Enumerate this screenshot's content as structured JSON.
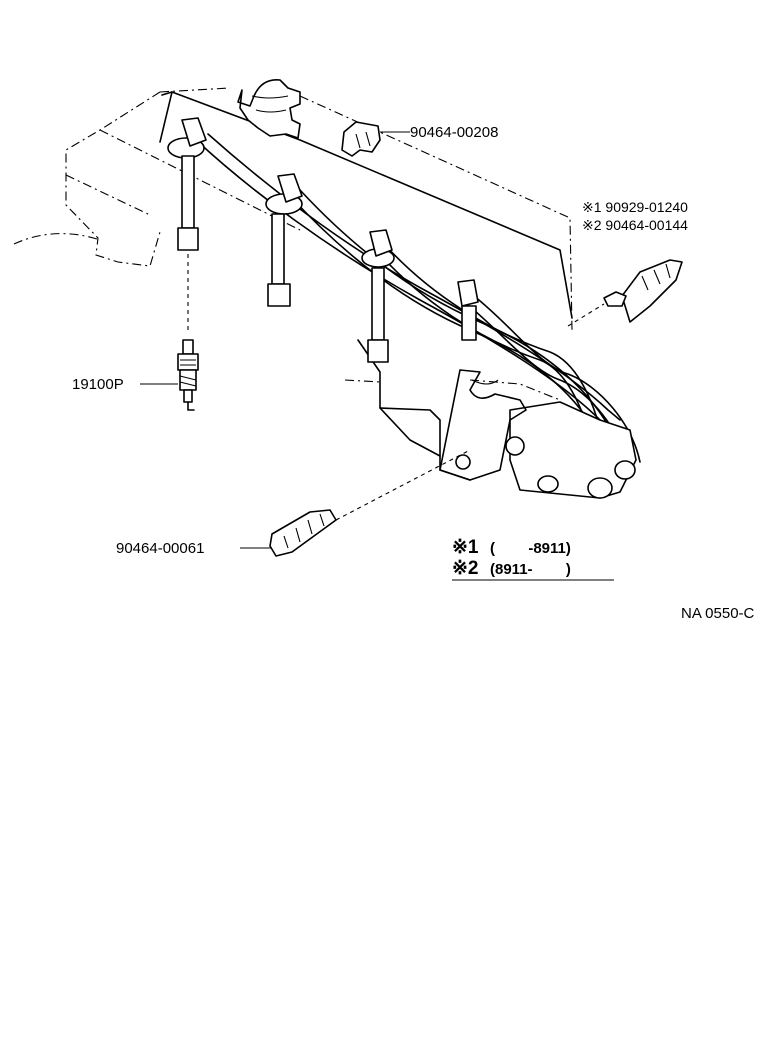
{
  "labels": {
    "clip_top": "90464-00208",
    "ref1": "※1 90929-01240",
    "ref2": "※2 90464-00144",
    "spark_plug": "19100P",
    "clip_bottom": "90464-00061"
  },
  "legend": {
    "note1_mark": "※1",
    "note1_range": "(        -8911)",
    "note2_mark": "※2",
    "note2_range": "(8911-        )"
  },
  "figure_code": "NA 0550-C"
}
